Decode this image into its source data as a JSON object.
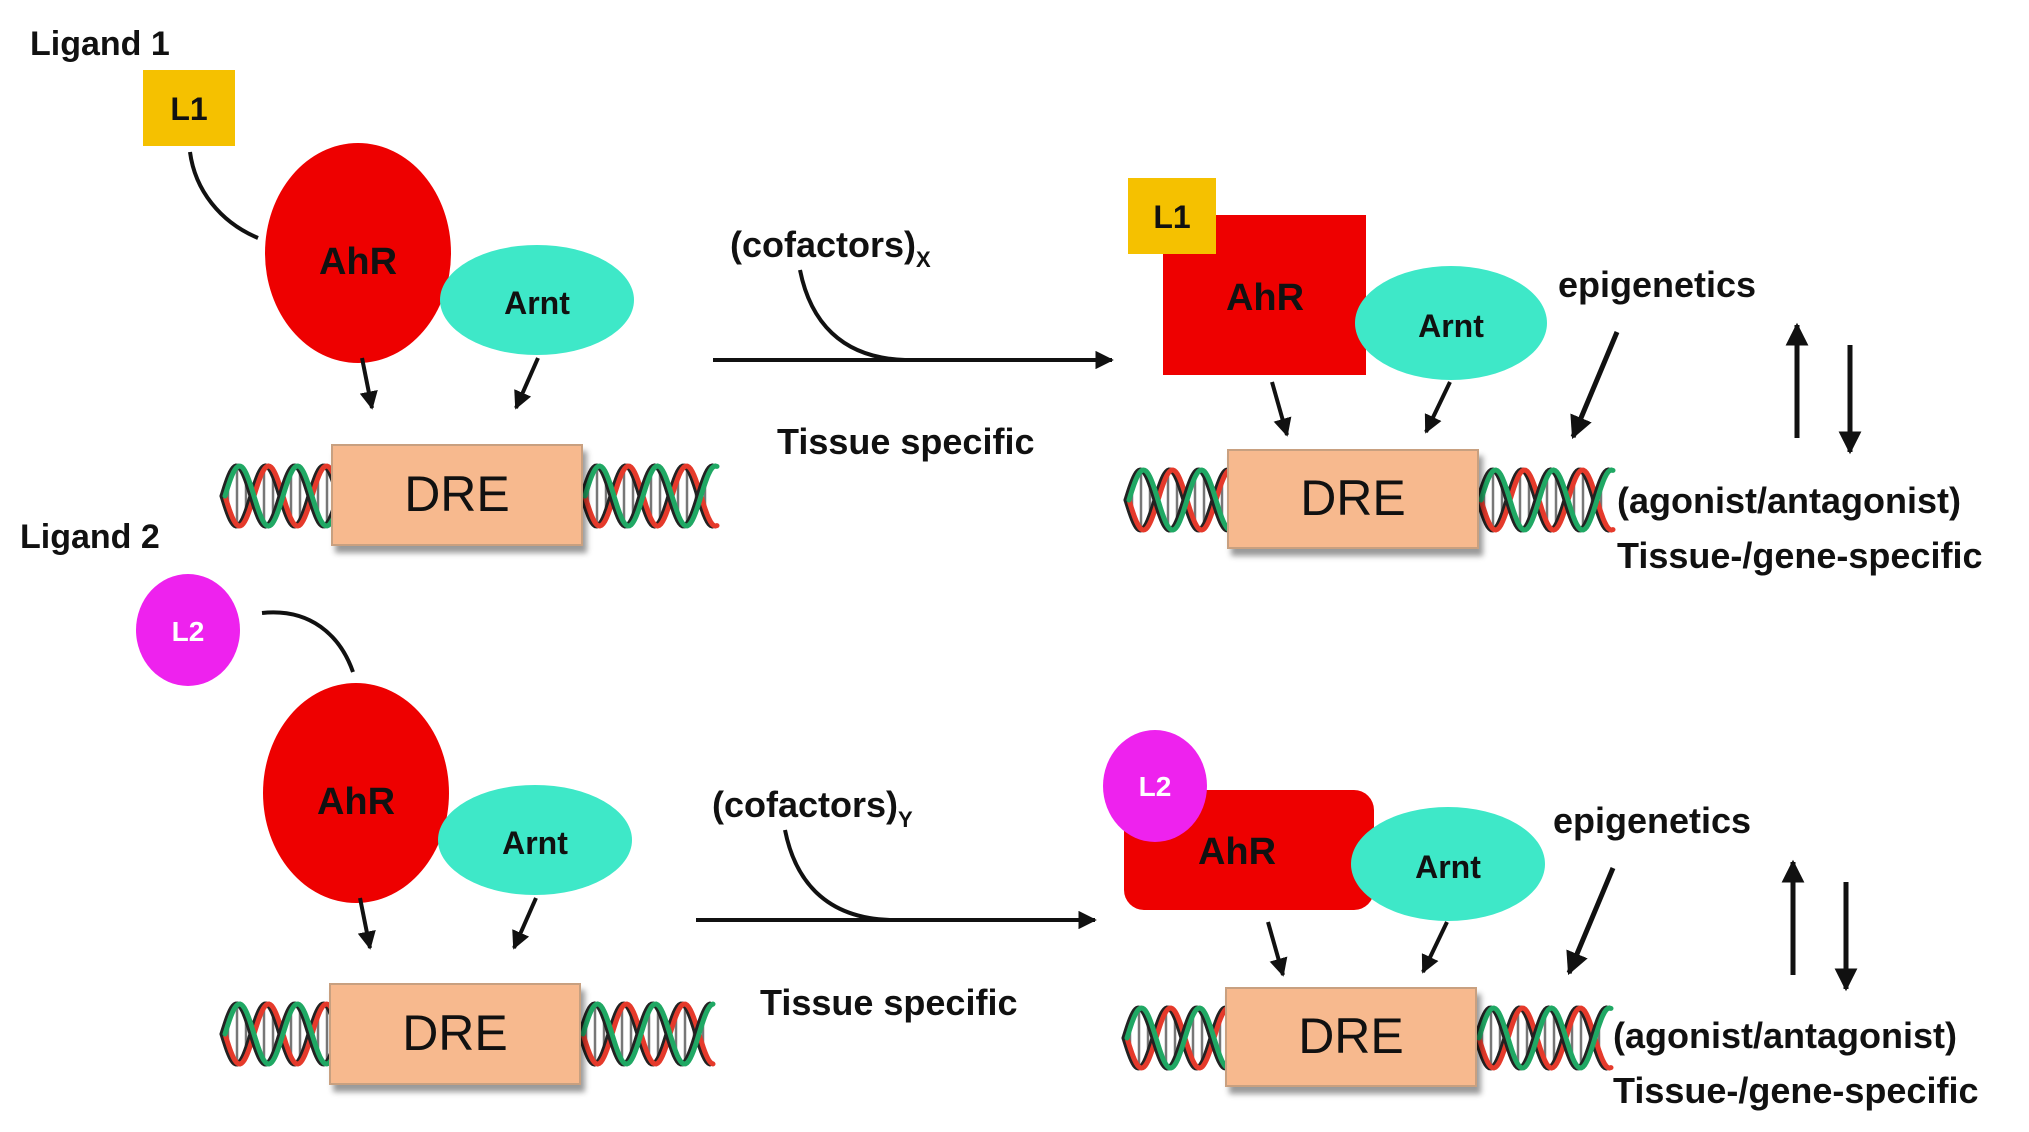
{
  "colors": {
    "ahr": "#ee0000",
    "arnt": "#3ee8c8",
    "dre_box": "#f7b98e",
    "ligand1": "#f5c100",
    "ligand2": "#ee22ee",
    "dna_red": "#e53a2b",
    "dna_green": "#20a864",
    "arrow": "#111111"
  },
  "icons": [
    "dna-helix",
    "arrow",
    "curved-connector"
  ],
  "panels": [
    {
      "ligand_title": "Ligand 1",
      "ligand_label": "L1",
      "ahr_label": "AhR",
      "arnt_label": "Arnt",
      "dre_label": "DRE",
      "cofactors_text": "(cofactors)",
      "cofactors_sub": "X",
      "tissue_text": "Tissue specific",
      "bound_ligand_label": "L1",
      "bound_ahr_label": "AhR",
      "bound_arnt_label": "Arnt",
      "bound_dre_label": "DRE",
      "epigenetics_text": "epigenetics",
      "agonist_text": "(agonist/antagonist)",
      "tissue_gene_text": "Tissue-/gene-specific"
    },
    {
      "ligand_title": "Ligand 2",
      "ligand_label": "L2",
      "ahr_label": "AhR",
      "arnt_label": "Arnt",
      "dre_label": "DRE",
      "cofactors_text": "(cofactors)",
      "cofactors_sub": "Y",
      "tissue_text": "Tissue specific",
      "bound_ligand_label": "L2",
      "bound_ahr_label": "AhR",
      "bound_arnt_label": "Arnt",
      "bound_dre_label": "DRE",
      "epigenetics_text": "epigenetics",
      "agonist_text": "(agonist/antagonist)",
      "tissue_gene_text": "Tissue-/gene-specific"
    }
  ]
}
